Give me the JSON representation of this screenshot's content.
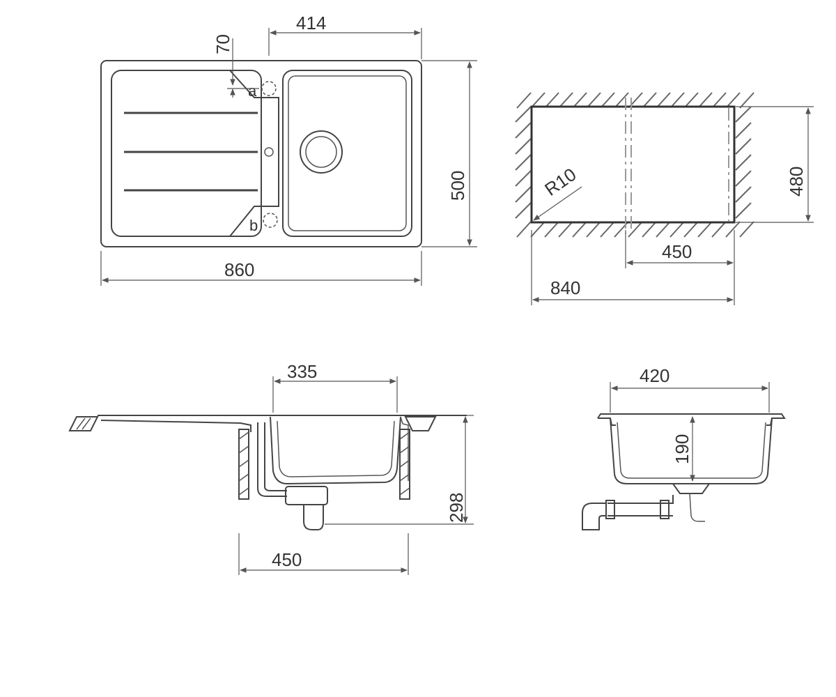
{
  "top_view": {
    "width": "860",
    "depth": "500",
    "bowl_offset": "414",
    "corner_offset": "70",
    "marker_a": "a",
    "marker_b": "b"
  },
  "cutout": {
    "radius": "R10",
    "depth": "480",
    "bowl_width": "450",
    "width": "840"
  },
  "side_view": {
    "bowl_width_top": "335",
    "height": "298",
    "cabinet_width": "450"
  },
  "section_view": {
    "bowl_width": "420",
    "bowl_depth": "190"
  }
}
